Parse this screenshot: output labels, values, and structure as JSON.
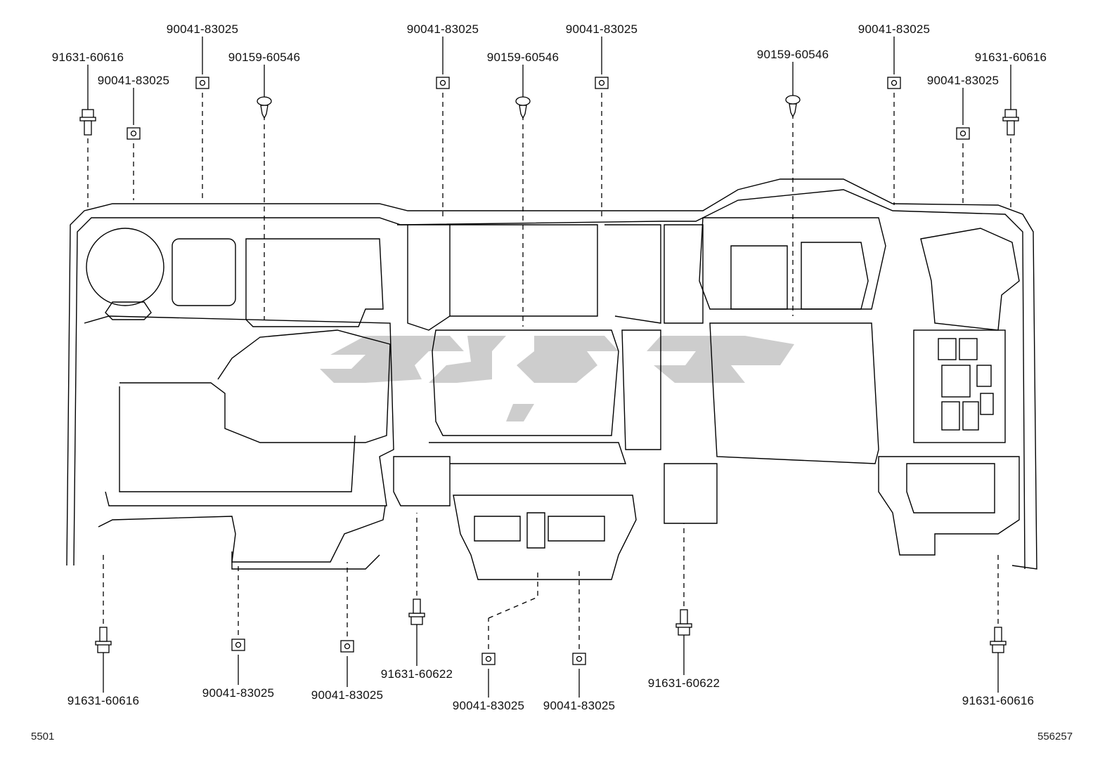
{
  "diagram": {
    "page_code": "5501",
    "diagram_number": "556257",
    "watermark_color": "#c8c8c8",
    "line_color": "#000000",
    "callouts": [
      {
        "id": "c1",
        "text": "91631-60616",
        "part": "bolt"
      },
      {
        "id": "c2",
        "text": "90041-83025",
        "part": "nut"
      },
      {
        "id": "c3",
        "text": "90041-83025",
        "part": "nut"
      },
      {
        "id": "c4",
        "text": "90159-60546",
        "part": "screw"
      },
      {
        "id": "c5",
        "text": "90041-83025",
        "part": "nut"
      },
      {
        "id": "c6",
        "text": "90159-60546",
        "part": "screw"
      },
      {
        "id": "c7",
        "text": "90041-83025",
        "part": "nut"
      },
      {
        "id": "c8",
        "text": "90159-60546",
        "part": "screw"
      },
      {
        "id": "c9",
        "text": "90041-83025",
        "part": "nut"
      },
      {
        "id": "c10",
        "text": "90041-83025",
        "part": "nut"
      },
      {
        "id": "c11",
        "text": "91631-60616",
        "part": "bolt"
      },
      {
        "id": "c12",
        "text": "91631-60616",
        "part": "bolt"
      },
      {
        "id": "c13",
        "text": "90041-83025",
        "part": "nut"
      },
      {
        "id": "c14",
        "text": "90041-83025",
        "part": "nut"
      },
      {
        "id": "c15",
        "text": "91631-60622",
        "part": "bolt"
      },
      {
        "id": "c16",
        "text": "90041-83025",
        "part": "nut"
      },
      {
        "id": "c17",
        "text": "90041-83025",
        "part": "nut"
      },
      {
        "id": "c18",
        "text": "91631-60622",
        "part": "bolt"
      },
      {
        "id": "c19",
        "text": "91631-60616",
        "part": "bolt"
      }
    ]
  }
}
